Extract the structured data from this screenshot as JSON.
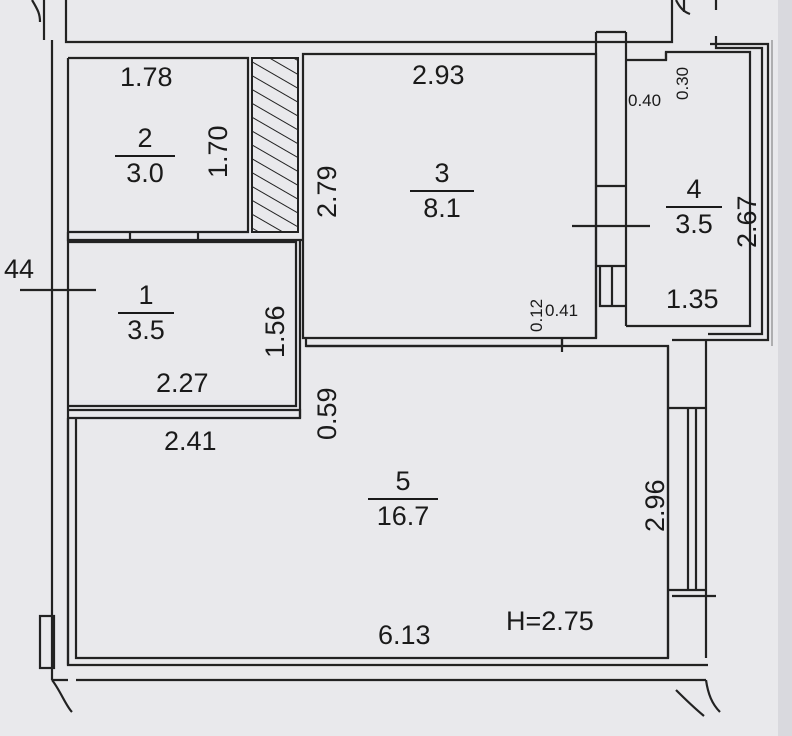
{
  "plan": {
    "height_note": "H=2.75",
    "rooms": [
      {
        "id": "1",
        "area": "3.5"
      },
      {
        "id": "2",
        "area": "3.0"
      },
      {
        "id": "3",
        "area": "8.1"
      },
      {
        "id": "4",
        "area": "3.5"
      },
      {
        "id": "5",
        "area": "16.7"
      }
    ],
    "dimensions": {
      "d_1_78": "1.78",
      "d_1_70": "1.70",
      "d_2_93": "2.93",
      "d_2_79": "2.79",
      "d_0_30": "0.30",
      "d_0_40": "0.40",
      "d_2_67": "2.67",
      "d_1_35": "1.35",
      "d_0_12": "0.12",
      "d_0_41": "0.41",
      "d_44": "44",
      "d_1_56": "1.56",
      "d_2_27": "2.27",
      "d_0_59": "0.59",
      "d_2_41": "2.41",
      "d_2_96": "2.96",
      "d_6_13": "6.13"
    }
  }
}
